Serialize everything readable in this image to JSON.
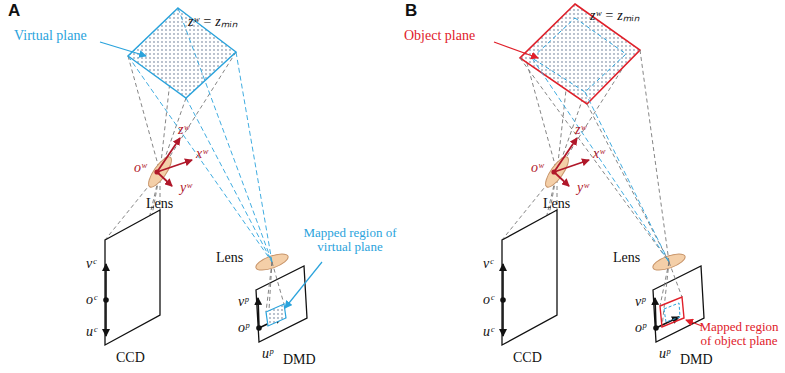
{
  "diagram": {
    "labels": [
      "A",
      "Virtual plane",
      "zʷ = zₘᵢₙ",
      "zʷ",
      "xʷ",
      "oʷ",
      "yʷ",
      "Lens",
      "Lens",
      "Mapped region of virtual plane",
      "vᶜ",
      "oᶜ",
      "uᶜ",
      "CCD",
      "vᵖ",
      "oᵖ",
      "uᵖ",
      "DMD",
      "B",
      "Object plane",
      "zʷ = zₘᵢₙ",
      "zʷ",
      "xʷ",
      "oʷ",
      "yʷ",
      "Lens",
      "Lens",
      "Mapped region of object plane",
      "vᶜ",
      "oᶜ",
      "uᶜ",
      "CCD",
      "vᵖ",
      "oᵖ",
      "uᵖ",
      "DMD"
    ]
  }
}
